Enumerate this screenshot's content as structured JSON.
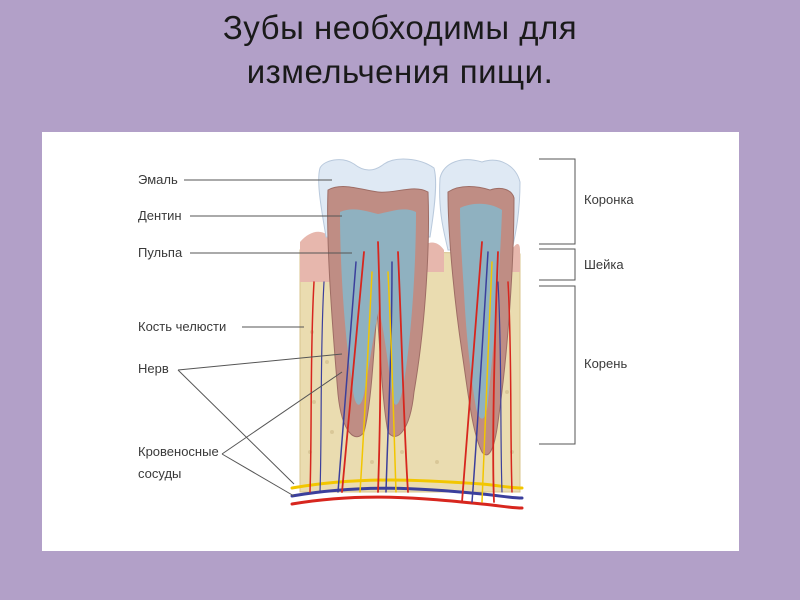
{
  "title": {
    "line1": "Зубы необходимы для",
    "line2": "измельчения пищи."
  },
  "diagram": {
    "left_labels": {
      "enamel": "Эмаль",
      "dentin": "Дентин",
      "pulp": "Пульпа",
      "jaw_bone": "Кость челюсти",
      "nerve": "Нерв",
      "blood_vessels_line1": "Кровеносные",
      "blood_vessels_line2": "сосуды"
    },
    "right_labels": {
      "crown": "Коронка",
      "neck": "Шейка",
      "root": "Корень"
    }
  },
  "colors": {
    "background": "#b2a0c8",
    "panel": "#ffffff",
    "enamel": "#dfe9f4",
    "dentin": "#bf8d84",
    "pulp": "#8fb1c0",
    "gum": "#e7b7ad",
    "bone": "#eadcb0",
    "artery": "#d7261e",
    "vein": "#3b3f9c",
    "nerve": "#f2c600",
    "leader_line": "#555555"
  }
}
